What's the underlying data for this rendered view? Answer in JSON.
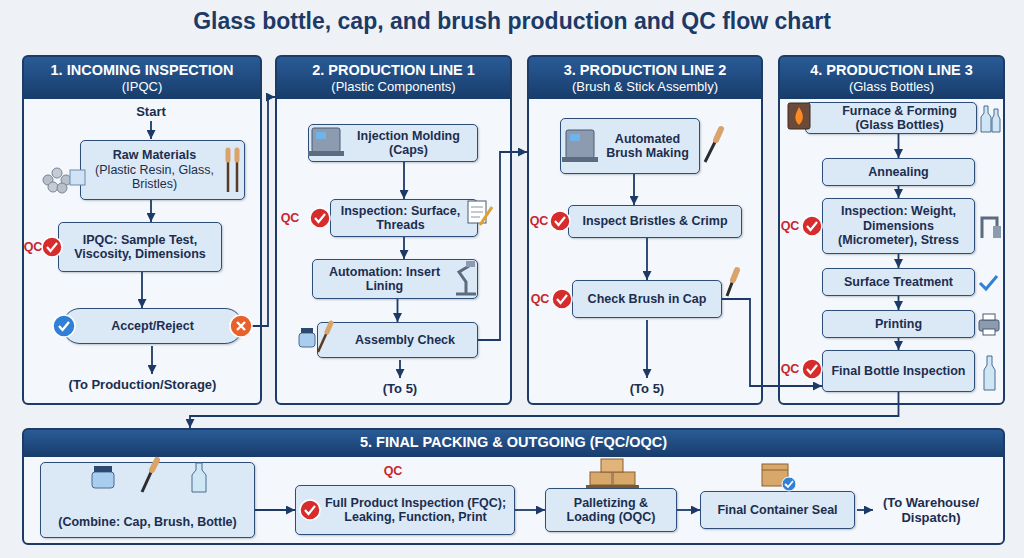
{
  "diagram": {
    "title": "Glass bottle, cap, and brush production and QC flow chart",
    "nodes": [
      {
        "text": [
          "1. INCOMING INSPECTION",
          "(IPQC)"
        ]
      },
      {
        "text": [
          "Raw Materials",
          "(Plastic Resin, Glass, Bristles)"
        ],
        "in": 0
      },
      {
        "text": [
          "IPQC: Sample Test, Viscosity, Dimensions"
        ],
        "in": 0
      },
      {
        "text": [
          "Accept/Reject"
        ],
        "in": 0
      },
      {
        "text": [
          "2. PRODUCTION LINE 1",
          "(Plastic Components)"
        ]
      },
      {
        "text": [
          "Injection Molding (Caps)"
        ],
        "in": 4
      },
      {
        "text": [
          "Inspection: Surface, Threads"
        ],
        "in": 4
      },
      {
        "text": [
          "Automation: Insert Lining"
        ],
        "in": 4
      },
      {
        "text": [
          "Assembly Check"
        ],
        "in": 4
      },
      {
        "text": [
          "3. PRODUCTION LINE 2",
          "(Brush & Stick Assembly)"
        ]
      },
      {
        "text": [
          "Automated Brush Making"
        ],
        "in": 9
      },
      {
        "text": [
          "Inspect Bristles & Crimp"
        ],
        "in": 9
      },
      {
        "text": [
          "Check Brush in Cap"
        ],
        "in": 9
      },
      {
        "text": [
          "4. PRODUCTION LINE 3",
          "(Glass Bottles)"
        ]
      },
      {
        "text": [
          "Furnace & Forming (Glass Bottles)"
        ],
        "in": 13
      },
      {
        "text": [
          "Annealing"
        ],
        "in": 13
      },
      {
        "text": [
          "Inspection: Weight, Dimensions (Micrometer), Stress"
        ],
        "in": 13
      },
      {
        "text": [
          "Surface Treatment"
        ],
        "in": 13
      },
      {
        "text": [
          "Printing"
        ],
        "in": 13
      },
      {
        "text": [
          "Final Bottle Inspection"
        ],
        "in": 13
      },
      {
        "text": [
          "5. FINAL PACKING & OUTGOING (FQC/OQC)"
        ]
      },
      {
        "text": [
          "(Combine: Cap, Brush, Bottle)"
        ],
        "in": 20
      },
      {
        "text": [
          "Full Product Inspection (FQC); Leaking, Function, Print"
        ],
        "in": 20
      },
      {
        "text": [
          "Palletizing & Loading (OQC)"
        ],
        "in": 20
      },
      {
        "text": [
          "Final Container Seal"
        ],
        "in": 20
      }
    ],
    "edges": [
      {
        "from": 1,
        "to": 2,
        "arrow": "to"
      },
      {
        "from": 2,
        "to": 3,
        "arrow": "to"
      },
      {
        "from": 3,
        "to": 4,
        "arrow": "to"
      },
      {
        "from": 5,
        "to": 6,
        "arrow": "to"
      },
      {
        "from": 6,
        "to": 7,
        "arrow": "to"
      },
      {
        "from": 7,
        "to": 8,
        "arrow": "to"
      },
      {
        "from": 8,
        "to": 9,
        "arrow": "to"
      },
      {
        "from": 10,
        "to": 11,
        "arrow": "to"
      },
      {
        "from": 11,
        "to": 12,
        "arrow": "to"
      },
      {
        "from": 12,
        "to": 19,
        "arrow": "to"
      },
      {
        "from": 14,
        "to": 15,
        "arrow": "to"
      },
      {
        "from": 15,
        "to": 16,
        "arrow": "to"
      },
      {
        "from": 16,
        "to": 17,
        "arrow": "to"
      },
      {
        "from": 17,
        "to": 18,
        "arrow": "to"
      },
      {
        "from": 18,
        "to": 19,
        "arrow": "to"
      },
      {
        "from": 19,
        "to": 20,
        "arrow": "to"
      },
      {
        "from": 21,
        "to": 22,
        "arrow": "to"
      },
      {
        "from": 22,
        "to": 23,
        "arrow": "to"
      },
      {
        "from": 23,
        "to": 24,
        "arrow": "to"
      }
    ],
    "labels": [
      "Start",
      "QC",
      "(To Production/Storage)",
      "QC",
      "(To 5)",
      "QC",
      "QC",
      "(To 5)",
      "QC",
      "QC",
      "QC",
      "(To Warehouse/ Dispatch)"
    ]
  }
}
